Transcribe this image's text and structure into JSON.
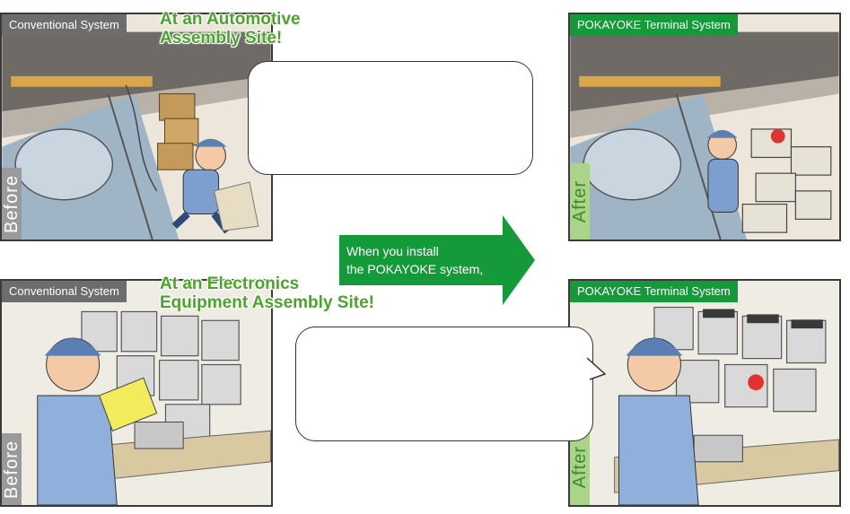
{
  "panels": {
    "auto_before": {
      "tab": "Conventional System",
      "side": "Before"
    },
    "elec_before": {
      "tab": "Conventional System",
      "side": "Before"
    },
    "auto_after": {
      "tab": "POKAYOKE Terminal System",
      "side": "After"
    },
    "elec_after": {
      "tab": "POKAYOKE Terminal System",
      "side": "After"
    }
  },
  "headings": {
    "automotive": [
      "At an Automotive",
      "Assembly Site!"
    ],
    "electronics": [
      "At an Electronics",
      "Equipment Assembly Site!"
    ]
  },
  "arrow": {
    "lines": [
      "When you install",
      "the POKAYOKE system,"
    ]
  },
  "colors": {
    "green": "#159a3a",
    "heading_green": "#4aa52a",
    "gray_tab": "#6d6d6d"
  }
}
